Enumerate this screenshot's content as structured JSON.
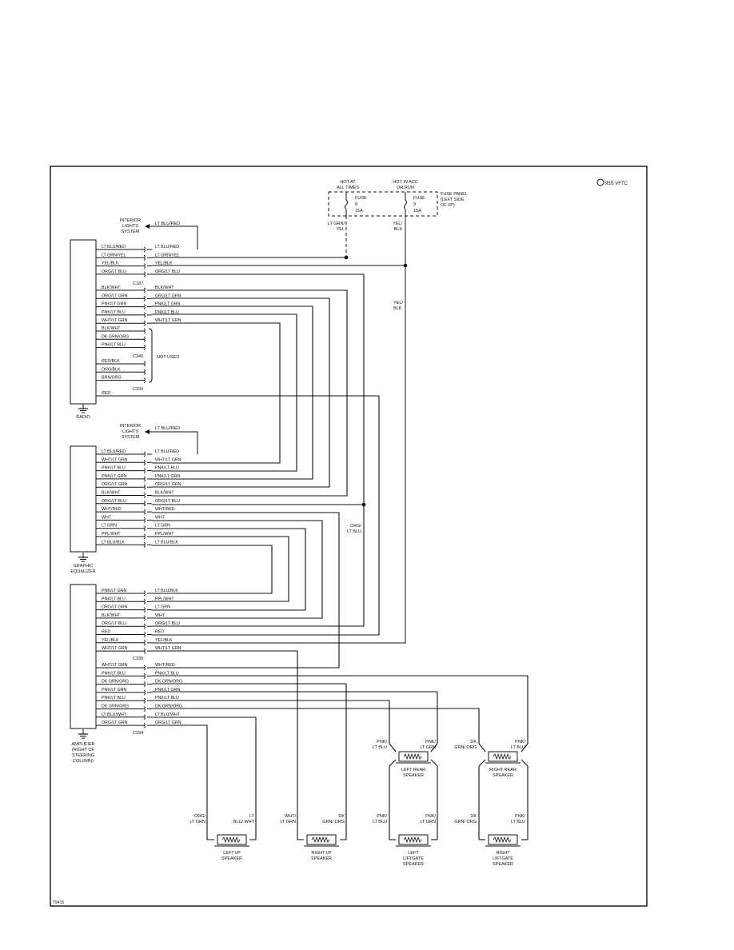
{
  "diagram_id": "95S VFTC",
  "figure_code": "T9415",
  "fuse_panel": {
    "label": "FUSE PANEL (LEFT SIDE OF I/P)",
    "hot_at_all_times": "HOT AT ALL TIMES",
    "hot_in_acc_run": "HOT IN ACC OR RUN",
    "fuse_a": {
      "name": "FUSE",
      "number": "8",
      "rating": "15A"
    },
    "fuse_b": {
      "name": "FUSE",
      "number": "9",
      "rating": "15A"
    },
    "wire_a": "LT GRN/ YEL",
    "wire_b": "YEL/ BLK",
    "wire_b_trunk": "YEL/ BLK"
  },
  "radio": {
    "label": "RADIO",
    "interior_lights": "INTERIOR LIGHTS SYSTEM",
    "interior_wire": "LT BLU/RED",
    "pins_left": [
      "LT BLU/RED",
      "LT GRN/YEL",
      "YEL/BLK",
      "ORG/LT BLU",
      "BLK/WHT",
      "ORG/LT GRN",
      "PNK/LT GRN",
      "PNK/LT BLU",
      "WHT/LT GRN",
      "BLK/WHT",
      "DK GRN/ORG",
      "PNK/LT BLU",
      "RED/BLK",
      "ORG/BLK",
      "BRN/ORG",
      "RED"
    ],
    "pins_right": [
      "LT BLU/RED",
      "LT GRN/YEL",
      "YEL/BLK",
      "ORG/LT BLU",
      "BLK/WHT",
      "ORG/LT GRN",
      "PNK/LT GRN",
      "PNK/LT BLU",
      "WHT/LT GRN"
    ],
    "connector_c1": "C187",
    "connector_c2": "C340",
    "connector_c3": "C339",
    "not_used": "NOT USED"
  },
  "equalizer": {
    "label": "GRAPHIC EQUALIZER",
    "interior_lights": "INTERIOR LIGHTS SYSTEM",
    "interior_wire": "LT BLU/RED",
    "pins_left": [
      "LT BLU/RED",
      "WHT/LT GRN",
      "PNK/LT BLU",
      "PNK/LT GRN",
      "ORG/LT GRN",
      "BLK/WHT",
      "ORG/LT BLU",
      "WHT/RED",
      "WHT",
      "LT GRN",
      "PPL/WHT",
      "LT BLU/BLK"
    ],
    "pins_right": [
      "LT BLU/RED",
      "WHT/LT GRN",
      "PNK/LT BLU",
      "PNK/LT GRN",
      "ORG/LT GRN",
      "BLK/WHT",
      "ORG/LT BLU",
      "WHT/RED",
      "WHT",
      "LT GRN",
      "PPL/WHT",
      "LT BLU/BLK"
    ],
    "org_lt_blu_label": "ORG/ LT BLU"
  },
  "amplifier": {
    "label": "AMPLIFIER (RIGHT OF STEERING COLUMN)",
    "pins_left": [
      "PNK/LT GRN",
      "PNK/LT BLU",
      "ORG/LT GRN",
      "BLK/WHT",
      "ORG/LT BLU",
      "RED",
      "YEL/BLK",
      "WHT/LT GRN",
      "WHT/LT GRN",
      "PNK/LT BLU",
      "DK GRN/ORG",
      "PNK/LT GRN",
      "PNK/LT BLU",
      "DK GRN/ORG",
      "LT BLU/WHT",
      "ORG/LT GRN"
    ],
    "pins_right": [
      "LT BLU/BLK",
      "PPL/WHT",
      "LT GRN",
      "WHT",
      "ORG/LT BLU",
      "RED",
      "YEL/BLK",
      "WHT/LT GRN",
      "WHT/RED",
      "PNK/LT BLU",
      "DK GRN/ORG",
      "PNK/LT GRN",
      "PNK/LT BLU",
      "DK GRN/ORG",
      "LT BLU/WHT",
      "ORG/LT GRN"
    ],
    "connector_c1": "C335",
    "connector_c2": "C334"
  },
  "speakers": {
    "left_rear": {
      "label": "LEFT REAR SPEAKER",
      "wire_l": "PNK/ LT BLU",
      "wire_r": "PNK/ LT GRN"
    },
    "right_rear": {
      "label": "RIGHT REAR SPEAKER",
      "wire_l": "DK GRN/ ORG",
      "wire_r": "PNK/ LT BLU"
    },
    "left_ip": {
      "label": "LEFT I/P SPEAKER",
      "wire_l": "ORG/ LT GRN",
      "wire_r": "LT BLU/ WHT"
    },
    "right_ip": {
      "label": "RIGHT I/P SPEAKER",
      "wire_l": "WHT/ LT GRN",
      "wire_r": "DK GRN/ ORG"
    },
    "left_liftgate": {
      "label": "LEFT LIFTGATE SPEAKER",
      "wire_l": "PNK/ LT BLU",
      "wire_r": "PNK/ LT GRN"
    },
    "right_liftgate": {
      "label": "RIGHT LIFTGATE SPEAKER",
      "wire_l": "DK GRN/ ORG",
      "wire_r": "PNK/ LT BLU"
    }
  }
}
